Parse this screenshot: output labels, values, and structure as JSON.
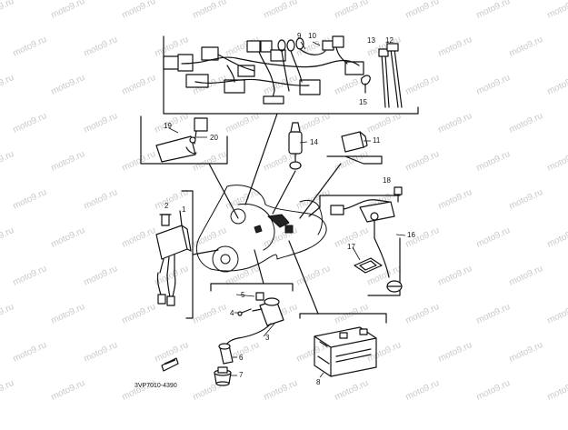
{
  "diagram": {
    "code": "3VP7010-4390",
    "watermark": "moto9.ru",
    "callouts": {
      "c1": "1",
      "c2": "2",
      "c3": "3",
      "c4": "4",
      "c5": "5",
      "c6": "6",
      "c7": "7",
      "c8": "8",
      "c9": "9",
      "c10": "10",
      "c11": "11",
      "c12": "12",
      "c13": "13",
      "c14": "14",
      "c15": "15",
      "c16": "16",
      "c17": "17",
      "c18": "18",
      "c19": "19",
      "c20": "20"
    },
    "colors": {
      "ink": "#111111",
      "watermark": "#c9c9c9",
      "background": "#ffffff"
    }
  }
}
